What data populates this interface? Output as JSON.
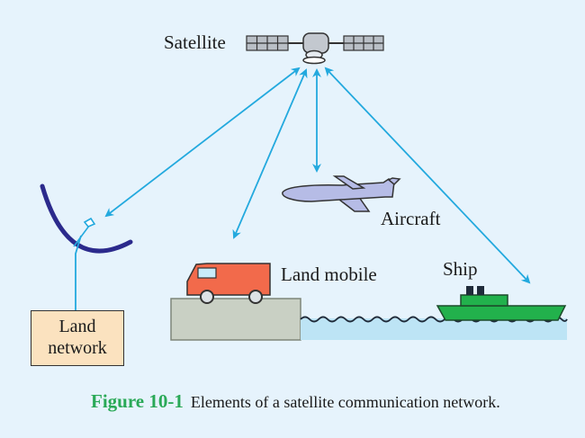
{
  "labels": {
    "satellite": "Satellite",
    "aircraft": "Aircraft",
    "land_mobile": "Land mobile",
    "ship": "Ship",
    "land_network_line1": "Land",
    "land_network_line2": "network"
  },
  "caption": {
    "number": "Figure 10-1",
    "text": "Elements of a satellite communication network."
  },
  "colors": {
    "background": "#e6f3fc",
    "link_arrow": "#23a9de",
    "caption_number": "#2aa957",
    "dish": "#2b2a8c",
    "van": "#f26a4b",
    "ship": "#22b14c",
    "aircraft": "#b6bce6",
    "land_box": "#fbe2bf",
    "ground": "#c9d0c4",
    "water": "#bde4f5"
  }
}
